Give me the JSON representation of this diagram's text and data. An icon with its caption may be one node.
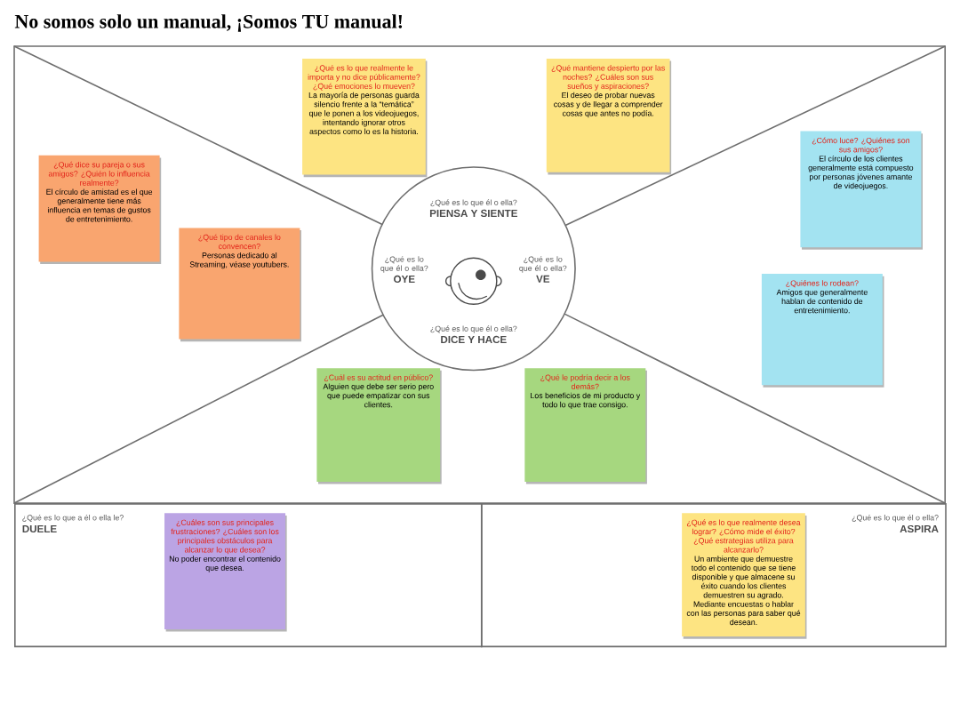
{
  "diagram": {
    "title": "No somos solo un manual, ¡Somos TU manual!",
    "nodes": [
      {
        "text": [
          "¿Qué es lo que realmente le importa y no dice públicamente? ¿Qué emociones lo mueven?",
          "La mayoría de personas guarda silencio frente a la “temática” que le ponen a los videojuegos, intentando ignorar otros aspectos como lo es la historia."
        ]
      },
      {
        "text": [
          "¿Qué mantiene despierto por las noches? ¿Cuáles son sus sueños y aspiraciones?",
          "El deseo de probar nuevas cosas y de llegar a comprender cosas que antes no podía."
        ]
      },
      {
        "text": [
          "¿Cómo luce? ¿Quiénes son sus amigos?",
          "El círculo de los clientes generalmente está compuesto por personas jóvenes amante de videojuegos."
        ]
      },
      {
        "text": [
          "¿Qué dice su pareja o sus amigos? ¿Quién lo influencia realmente?",
          "El círculo de amistad es el que generalmente tiene más influencia en temas de gustos de entretenimiento."
        ]
      },
      {
        "text": [
          "¿Qué es lo que él o ella?",
          "PIENSA Y SIENTE",
          "¿Qué es lo que él o ella?",
          "OYE",
          "¿Qué es lo que él o ella?",
          "VE",
          "¿Qué es lo que él o ella?",
          "DICE Y HACE"
        ]
      },
      {
        "text": [
          "¿Qué tipo de canales lo convencen?",
          "Personas dedicado al Streaming, véase youtubers."
        ]
      },
      {
        "text": [
          "¿Quiénes lo rodean?",
          "Amigos que generalmente hablan de contenido de entretenimiento."
        ]
      },
      {
        "text": [
          "¿Cuál es su actitud en público?",
          "Alguien que debe ser serio pero que puede empatizar con sus clientes."
        ]
      },
      {
        "text": [
          "¿Qué le podría decir a los demás?",
          "Los beneficios de mi producto y todo lo que trae consigo."
        ]
      },
      {
        "text": [
          "¿Qué es lo que a él o ella le?",
          "DUELE"
        ]
      },
      {
        "text": [
          "¿Cuáles son sus principales frustraciones? ¿Cuáles son los principales obstáculos para alcanzar lo que desea?",
          "No poder encontrar el contenido que desea."
        ],
        "in": 9
      },
      {
        "text": [
          "¿Qué es lo que él o ella?",
          "ASPIRA"
        ]
      },
      {
        "text": [
          "¿Qué es lo que realmente desea lograr? ¿Cómo mide el éxito? ¿Qué estrategias utiliza para alcanzarlo?",
          "Un ambiente que demuestre todo el contenido que se tiene disponible y que almacene su éxito cuando los clientes demuestren su agrado. Mediante encuestas o hablar con las personas para saber qué desean."
        ],
        "in": 11
      }
    ]
  }
}
